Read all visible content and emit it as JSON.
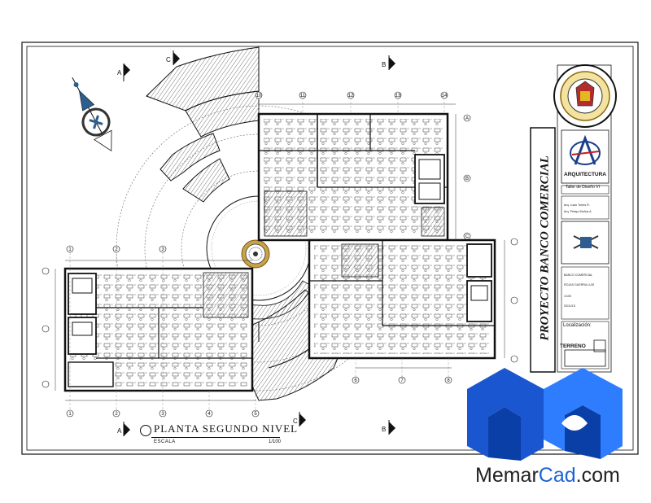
{
  "drawing": {
    "plan_title": "PLANTA SEGUNDO NIVEL",
    "scale_label": "ESCALA",
    "scale_value": "1/100",
    "section_marks": [
      "A",
      "B",
      "C"
    ]
  },
  "title_block": {
    "project_title": "PROYECTO BANCO COMERCIAL",
    "school_label": "ARQUITECTURA",
    "course": "Taller de Diseño VI",
    "authors": [
      "Arq. Lucio Torres R.",
      "Arq. Pelayo Muñoz A."
    ],
    "project_name": "BANCO COMERCIAL",
    "student": "ROJAS GUERRA LUIS",
    "scale": "1/100",
    "date": "03/11/15",
    "location_label": "Localización:",
    "site_label": "TERRENO"
  },
  "watermark": {
    "brand_main": "Memar",
    "brand_accent": "Cad",
    "brand_suffix": ".com",
    "accent_color": "#1f63d6",
    "logo_colors": [
      "#1a56d0",
      "#2f7dff",
      "#0b3fa8"
    ]
  },
  "axis_labels": {
    "top": [
      "10",
      "11",
      "12",
      "13",
      "14"
    ],
    "left_bottom": [
      "1",
      "2",
      "3",
      "4",
      "5"
    ],
    "right": [
      "6",
      "7",
      "8"
    ],
    "side": [
      "A",
      "B",
      "C"
    ]
  }
}
